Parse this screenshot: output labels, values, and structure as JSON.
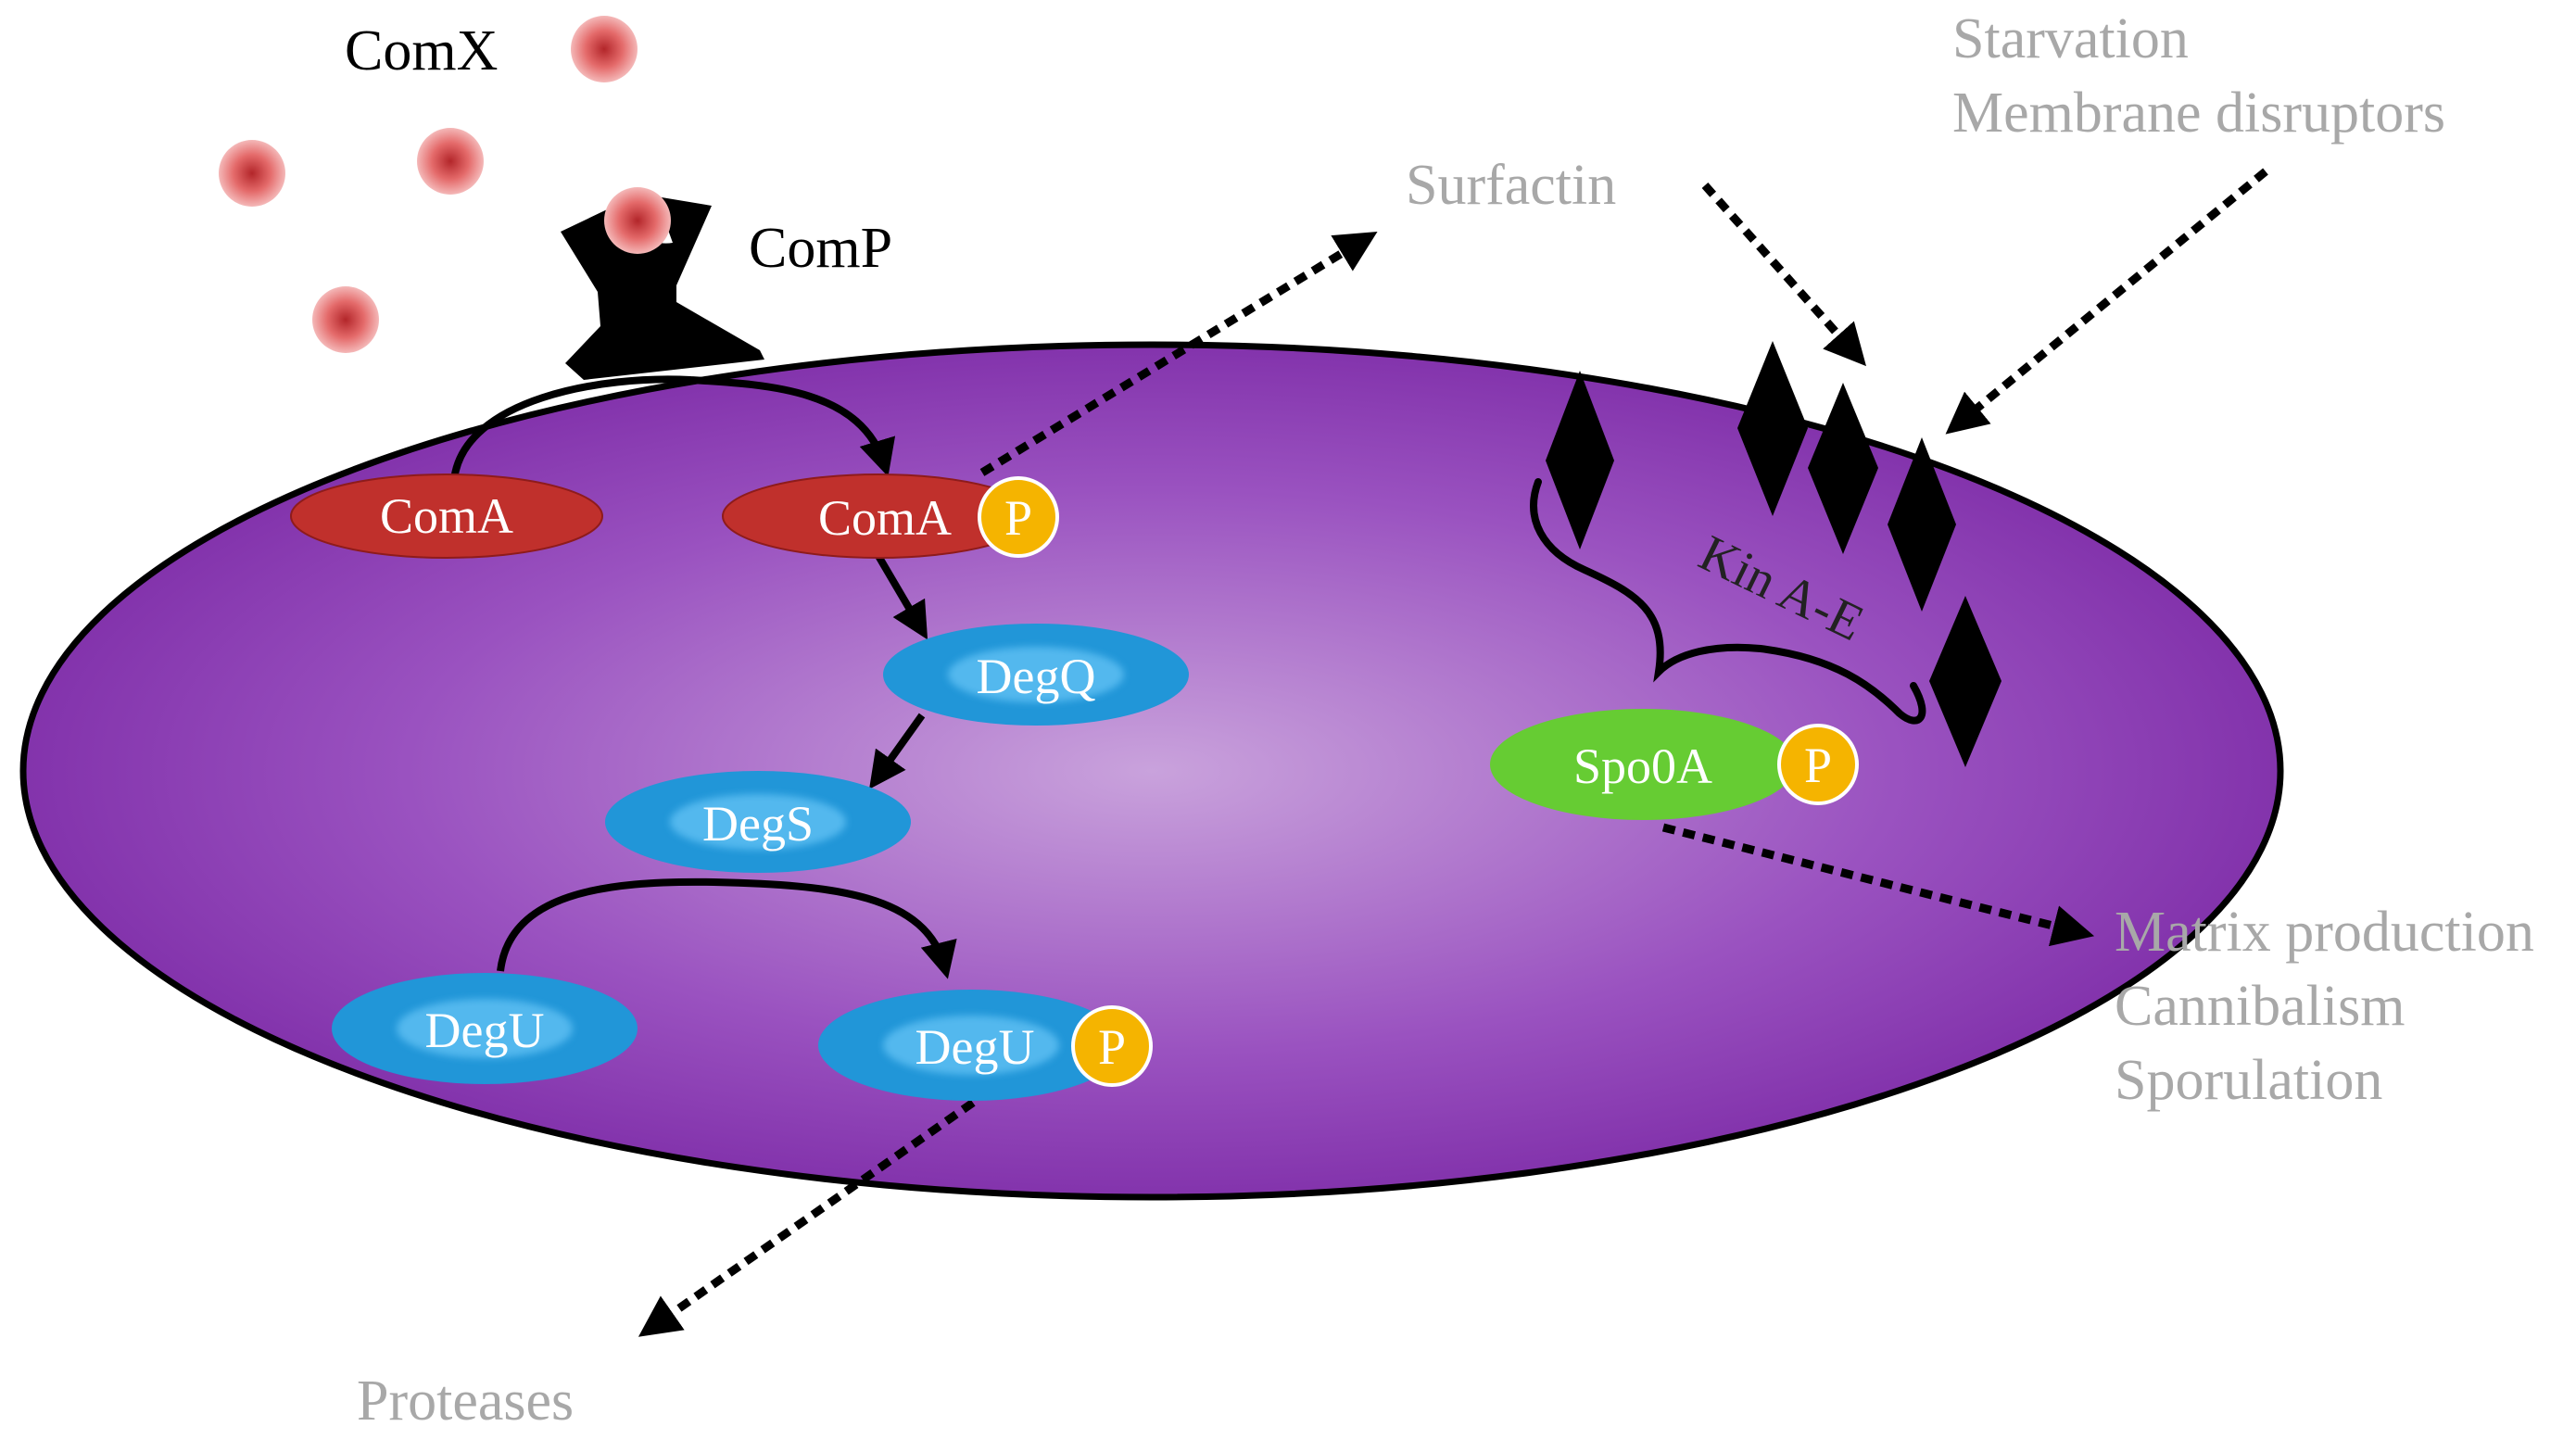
{
  "signals": {
    "comx": "ComX",
    "comp": "ComP"
  },
  "molecules": {
    "coma": "ComA",
    "coma_p": "ComA",
    "degq": "DegQ",
    "degs": "DegS",
    "degu": "DegU",
    "degu_p": "DegU",
    "spo0a_p": "Spo0A",
    "phospho": "P"
  },
  "kinases": {
    "label": "Kin A-E"
  },
  "outputs": {
    "surfactin": "Surfactin",
    "proteases": "Proteases",
    "inputs": [
      "Starvation",
      "Membrane disruptors"
    ],
    "spo0a_outputs": [
      "Matrix production",
      "Cannibalism",
      "Sporulation"
    ]
  },
  "colors": {
    "cell": "#8a38b0",
    "cell_center": "#c9a2dc",
    "coma": "#c0302c",
    "deg": "#2196d8",
    "spo0a": "#66cc33",
    "phospho": "#f5b400",
    "comx_dot": "#e05a5a",
    "muted_text": "#a8a8a8"
  }
}
